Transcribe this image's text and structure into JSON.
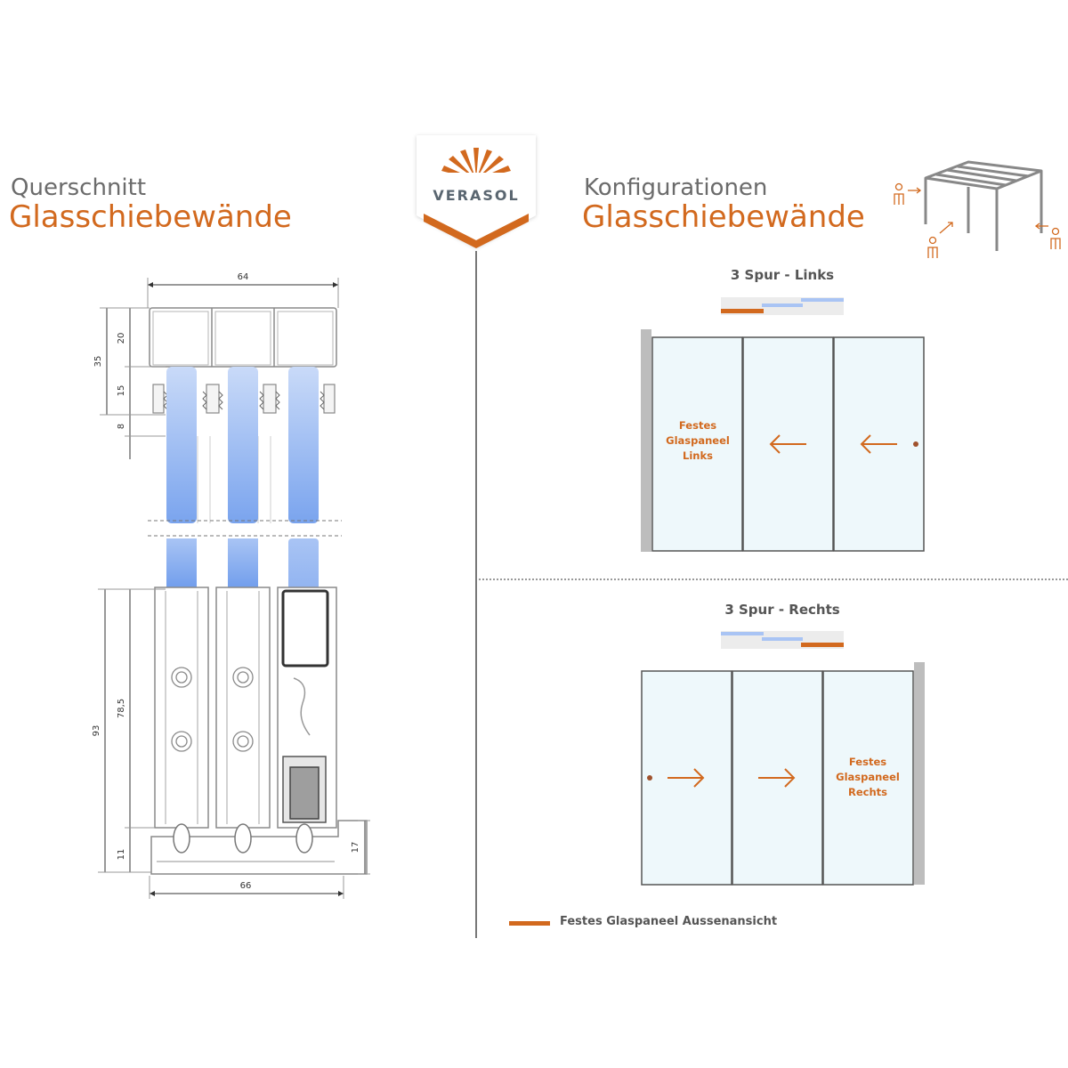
{
  "left": {
    "title_top": "Querschnitt",
    "title_bottom": "Glasschiebewände",
    "dims": {
      "d64": "64",
      "d35": "35",
      "d20": "20",
      "d15": "15",
      "d8": "8",
      "d93": "93",
      "d78": "78,5",
      "d11": "11",
      "d17": "17",
      "d66": "66"
    }
  },
  "logo": {
    "text": "VERASOL"
  },
  "right": {
    "title_top": "Konfigurationen",
    "title_bottom": "Glasschiebewände",
    "config1": {
      "title": "3 Spur - Links",
      "label_l1": "Festes",
      "label_l2": "Glaspaneel",
      "label_l3": "Links"
    },
    "config2": {
      "title": "3 Spur - Rechts",
      "label_l1": "Festes",
      "label_l2": "Glaspaneel",
      "label_l3": "Rechts"
    },
    "legend": "Festes Glaspaneel Aussenansicht"
  },
  "colors": {
    "accent": "#d2691e",
    "heading_grey": "#6b6b6b",
    "glass": "#eef8fb",
    "glass_blue": "#8fb3f0"
  },
  "icons": [
    "person-icon",
    "arrow-left-icon",
    "arrow-right-icon",
    "pergola-icon",
    "sun-rays-icon"
  ]
}
